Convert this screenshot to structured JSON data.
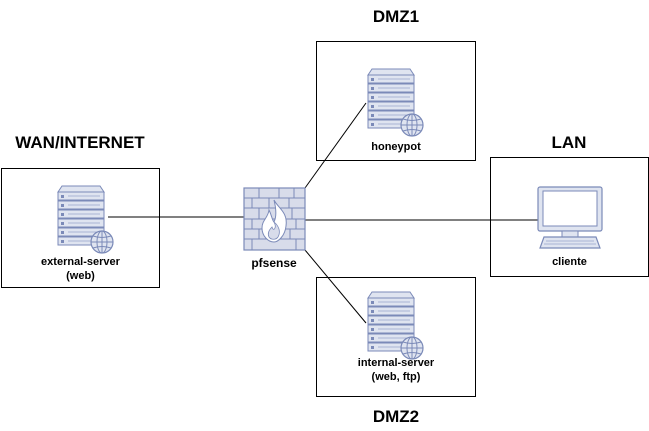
{
  "zones": {
    "wan": {
      "title": "WAN/INTERNET"
    },
    "dmz1": {
      "title": "DMZ1"
    },
    "dmz2": {
      "title": "DMZ2"
    },
    "lan": {
      "title": "LAN"
    }
  },
  "nodes": {
    "external_server": {
      "line1": "external-server",
      "line2": "(web)",
      "icon": "server-globe-icon"
    },
    "honeypot": {
      "line1": "honeypot",
      "icon": "server-globe-icon"
    },
    "internal_server": {
      "line1": "internal-server",
      "line2": "(web, ftp)",
      "icon": "server-globe-icon"
    },
    "firewall": {
      "line1": "pfsense",
      "icon": "firewall-icon"
    },
    "client": {
      "line1": "cliente",
      "icon": "desktop-computer-icon"
    }
  },
  "colors": {
    "icon_fill": "#dfe4f0",
    "icon_stroke": "#7b8ab8",
    "firewall_fill": "#d8dcea"
  }
}
